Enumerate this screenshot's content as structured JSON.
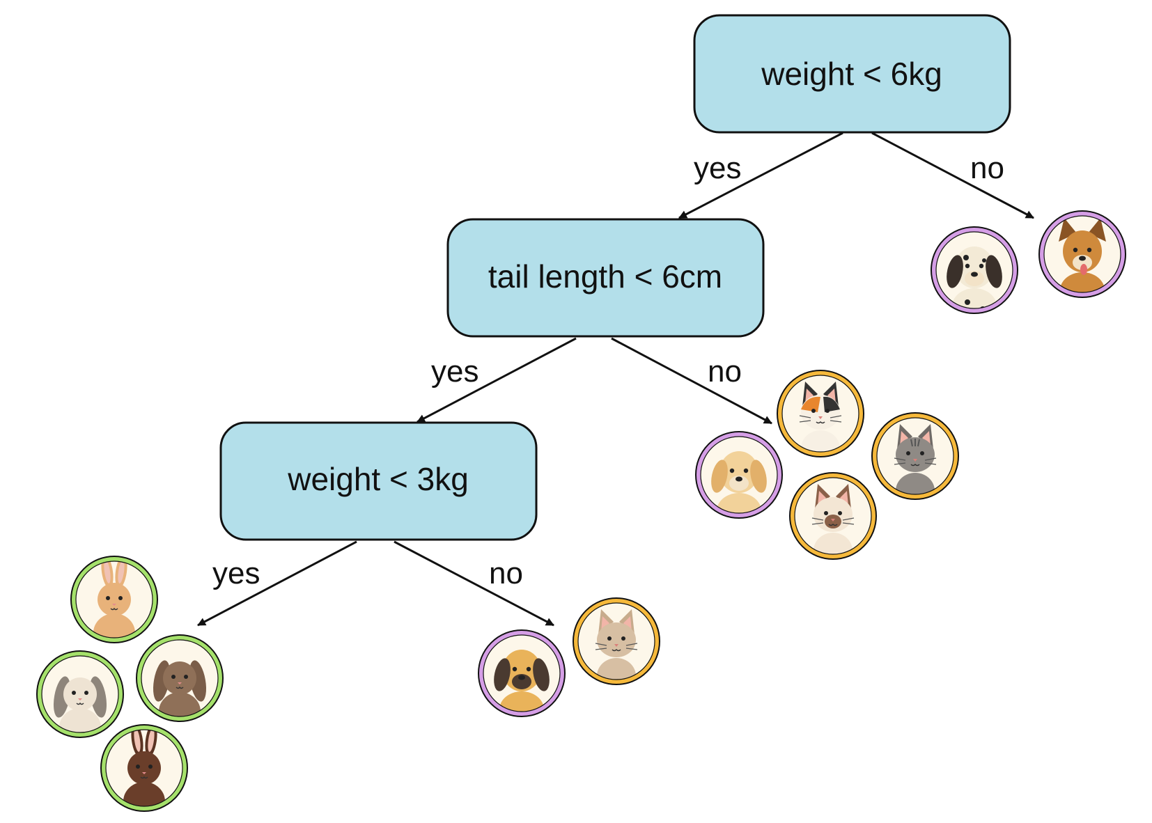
{
  "colors": {
    "node_fill": "#b3dfea",
    "node_stroke": "#111111",
    "edge": "#111111",
    "dog_ring": "#d59ee6",
    "cat_ring": "#f6b93b",
    "rabbit_ring": "#a5e16b",
    "avatar_bg": "#fdf7ea"
  },
  "nodes": {
    "root": {
      "label": "weight < 6kg"
    },
    "tail": {
      "label": "tail length < 6cm"
    },
    "small": {
      "label": "weight < 3kg"
    }
  },
  "edges": {
    "root_yes": "yes",
    "root_no": "no",
    "tail_yes": "yes",
    "tail_no": "no",
    "small_yes": "yes",
    "small_no": "no"
  },
  "leaves": {
    "big_dogs": [
      {
        "icon": "dalmatian-icon",
        "kind": "dog"
      },
      {
        "icon": "shepherd-dog-icon",
        "kind": "dog"
      }
    ],
    "mixed": [
      {
        "icon": "calico-cat-icon",
        "kind": "cat"
      },
      {
        "icon": "spaniel-dog-icon",
        "kind": "dog"
      },
      {
        "icon": "tabby-cat-icon",
        "kind": "cat"
      },
      {
        "icon": "siamese-cat-icon",
        "kind": "cat"
      }
    ],
    "rabbits": [
      {
        "icon": "tan-rabbit-icon",
        "kind": "rabbit"
      },
      {
        "icon": "lop-rabbit-icon",
        "kind": "rabbit"
      },
      {
        "icon": "brown-lop-rabbit-icon",
        "kind": "rabbit"
      },
      {
        "icon": "dark-rabbit-icon",
        "kind": "rabbit"
      }
    ],
    "pug_cat": [
      {
        "icon": "pug-dog-icon",
        "kind": "dog"
      },
      {
        "icon": "beige-cat-icon",
        "kind": "cat"
      }
    ]
  }
}
